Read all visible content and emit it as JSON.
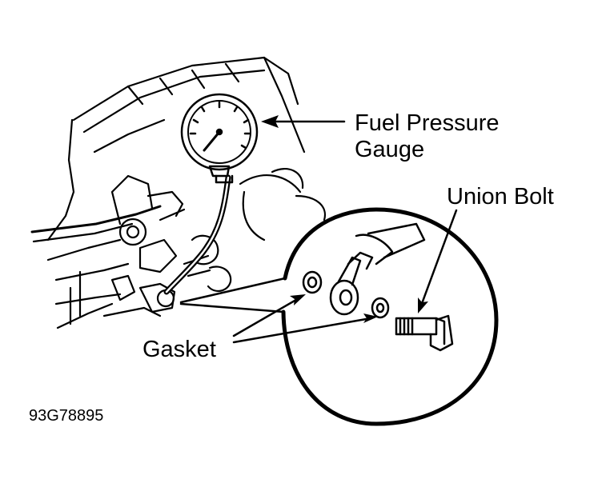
{
  "labels": {
    "fuel_pressure_gauge_line1": "Fuel Pressure",
    "fuel_pressure_gauge_line2": "Gauge",
    "union_bolt": "Union Bolt",
    "gasket": "Gasket",
    "figure_code": "93G78895"
  },
  "icons": [
    "fuel-pressure-gauge-icon",
    "engine-assembly-icon",
    "union-bolt-icon",
    "gasket-icon",
    "banjo-fitting-icon",
    "fuel-hose-icon"
  ]
}
